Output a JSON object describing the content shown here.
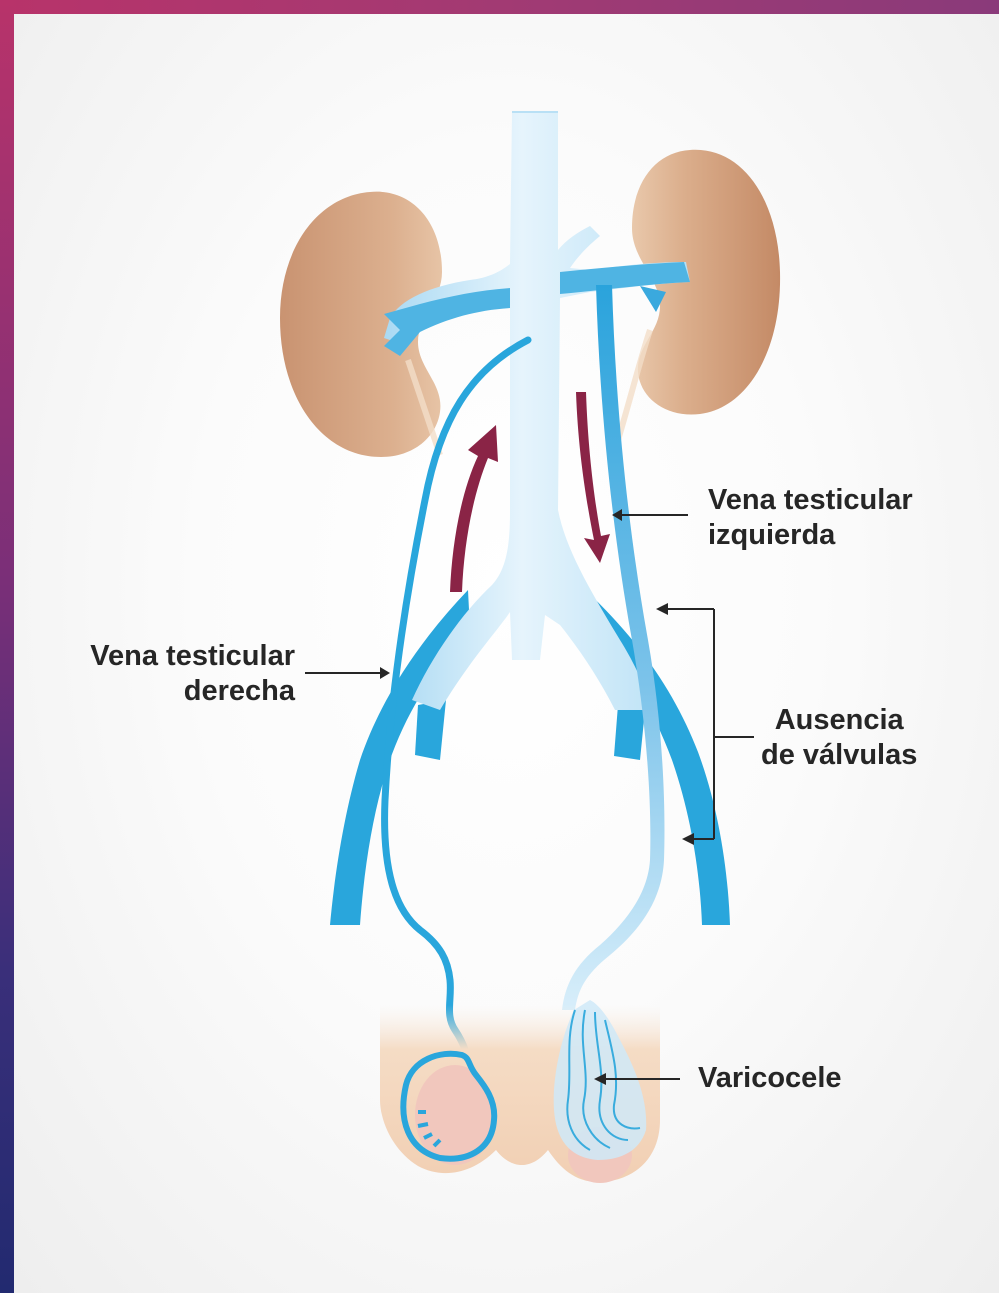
{
  "labels": {
    "vena_testicular_derecha": [
      "Vena testicular",
      "derecha"
    ],
    "vena_testicular_izquierda": [
      "Vena testicular",
      "izquierda"
    ],
    "ausencia_de_valvulas": [
      "Ausencia",
      "de válvulas"
    ],
    "varicocele": "Varicocele"
  },
  "colors": {
    "vein_blue": "#29a6dc",
    "cava_light": "#cfe9f8",
    "kidney": "#c8906a",
    "flow_arrow": "#8a2446",
    "skin": "#f3d6bd",
    "testis": "#f1c7bd",
    "label_text": "#262626",
    "frame_gradient_top": "#b8336a",
    "frame_gradient_bottom": "#222a70"
  }
}
